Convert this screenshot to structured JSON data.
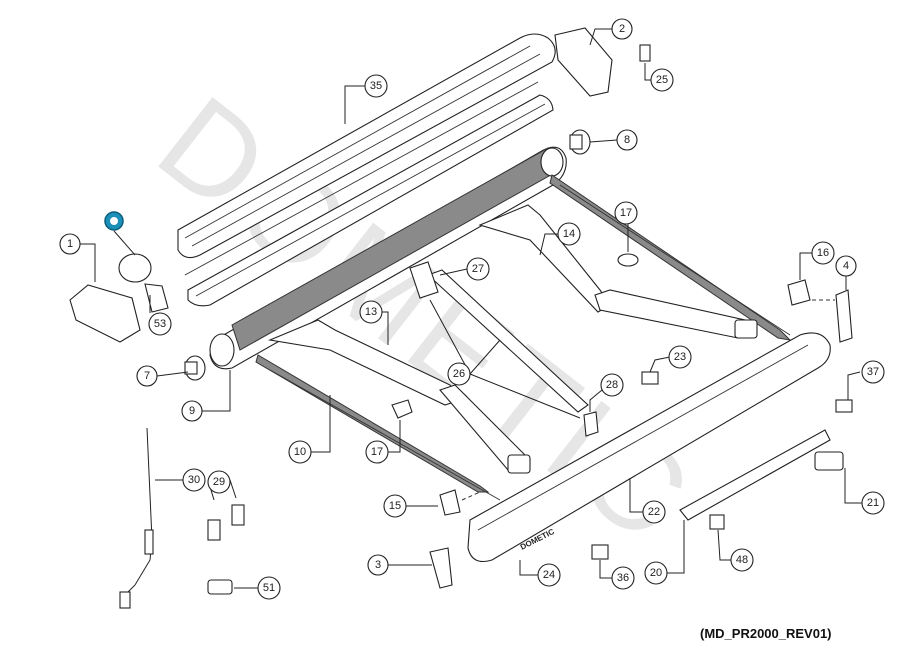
{
  "diagram": {
    "watermark": "DOMETIC",
    "brand_on_lead_rail": "DOMETIC",
    "reference_code": "(MD_PR2000_REV01)",
    "callouts": [
      "1",
      "2",
      "3",
      "4",
      "7",
      "8",
      "9",
      "10",
      "13",
      "14",
      "15",
      "16",
      "17",
      "17",
      "20",
      "21",
      "22",
      "23",
      "24",
      "25",
      "26",
      "27",
      "28",
      "29",
      "30",
      "35",
      "36",
      "37",
      "48",
      "51",
      "53"
    ],
    "colors": {
      "line": "#222222",
      "fabric": "#8a8a8a",
      "highlight_icon": "#1a8fb8",
      "watermark": "#e6e6e6"
    }
  }
}
